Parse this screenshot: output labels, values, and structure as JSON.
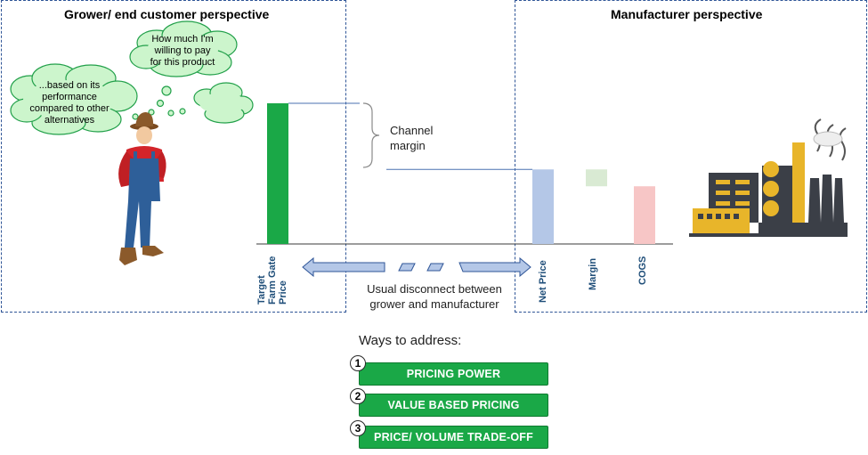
{
  "grower_panel": {
    "title": "Grower/ end customer perspective",
    "thought_main": [
      "How much I'm",
      "willing to pay",
      "for this product"
    ],
    "thought_secondary": [
      "...based on its",
      "performance",
      "compared to other",
      "alternatives"
    ]
  },
  "manufacturer_panel": {
    "title": "Manufacturer perspective"
  },
  "channel_margin": [
    "Channel",
    "margin"
  ],
  "disconnect_text": [
    "Usual disconnect between",
    "grower and manufacturer"
  ],
  "colors": {
    "panel_border": "#2f5597",
    "farm_gate_bar": "#1aa847",
    "net_price_bar": "#b4c7e7",
    "margin_bar": "#d9ead3",
    "cogs_bar": "#f7c6c6",
    "button_green": "#1aa847"
  },
  "chart_data": {
    "type": "bar",
    "categories": [
      "Target Farm Gate Price",
      "Net Price",
      "Margin",
      "COGS"
    ],
    "category_labels": [
      [
        "Target",
        "Farm Gate",
        "Price"
      ],
      [
        "Net Price"
      ],
      [
        "Margin"
      ],
      [
        "COGS"
      ]
    ],
    "values": [
      100,
      53,
      53,
      41
    ],
    "bases": [
      0,
      0,
      41,
      0
    ],
    "ylim": [
      0,
      100
    ]
  },
  "ways": {
    "title": "Ways to address:",
    "items": [
      {
        "number": "1",
        "label": "PRICING POWER"
      },
      {
        "number": "2",
        "label": "VALUE BASED PRICING"
      },
      {
        "number": "3",
        "label": "PRICE/ VOLUME TRADE-OFF"
      }
    ]
  }
}
